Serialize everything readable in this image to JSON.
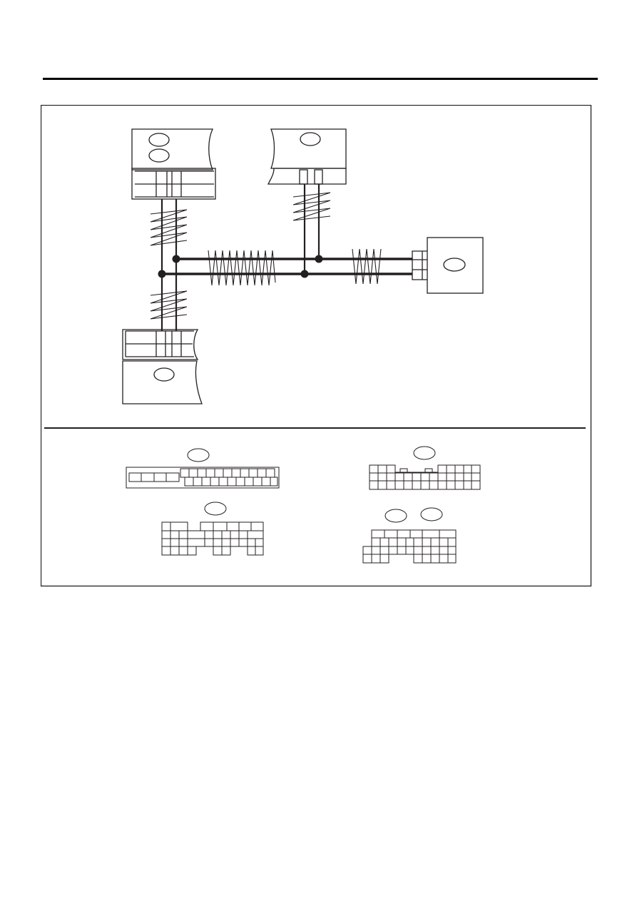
{
  "page": {
    "header_rule": true
  },
  "diagram": {
    "type": "wiring-diagram",
    "connectors": [
      {
        "id": "top-left",
        "labels": []
      },
      {
        "id": "top-right",
        "labels": []
      },
      {
        "id": "bottom-left",
        "labels": []
      },
      {
        "id": "right-box",
        "labels": []
      }
    ],
    "connector_faces": [
      {
        "id": "face-a",
        "labels": []
      },
      {
        "id": "face-b",
        "labels": []
      },
      {
        "id": "face-c",
        "labels": []
      },
      {
        "id": "face-d",
        "labels": []
      }
    ],
    "colors": {
      "line": "#231f20",
      "background": "#ffffff"
    }
  }
}
